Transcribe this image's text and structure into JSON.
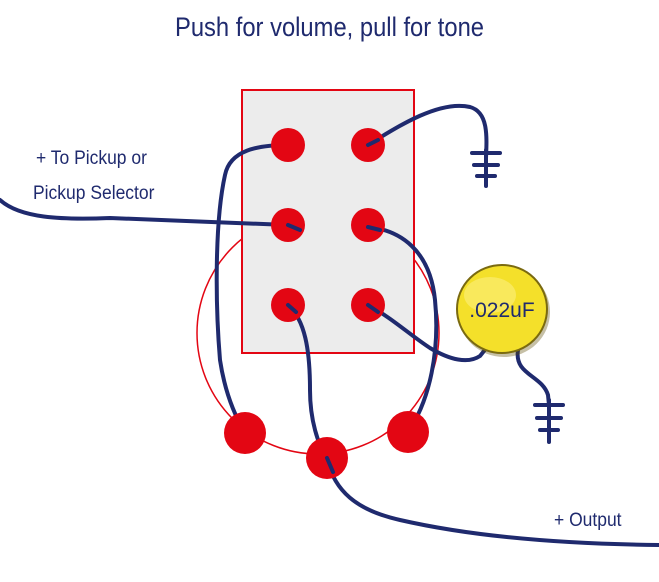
{
  "title": "Push for volume, pull for tone",
  "labels": {
    "pickup_line1": "+ To Pickup or",
    "pickup_line2": "Pickup Selector",
    "output": "+ Output"
  },
  "capacitor": {
    "value": ".022uF",
    "color": "#f4e02a"
  },
  "colors": {
    "wire": "#1f2a6e",
    "lug": "#e30613",
    "switch_body": "#ececec",
    "outline": "#e30613"
  }
}
